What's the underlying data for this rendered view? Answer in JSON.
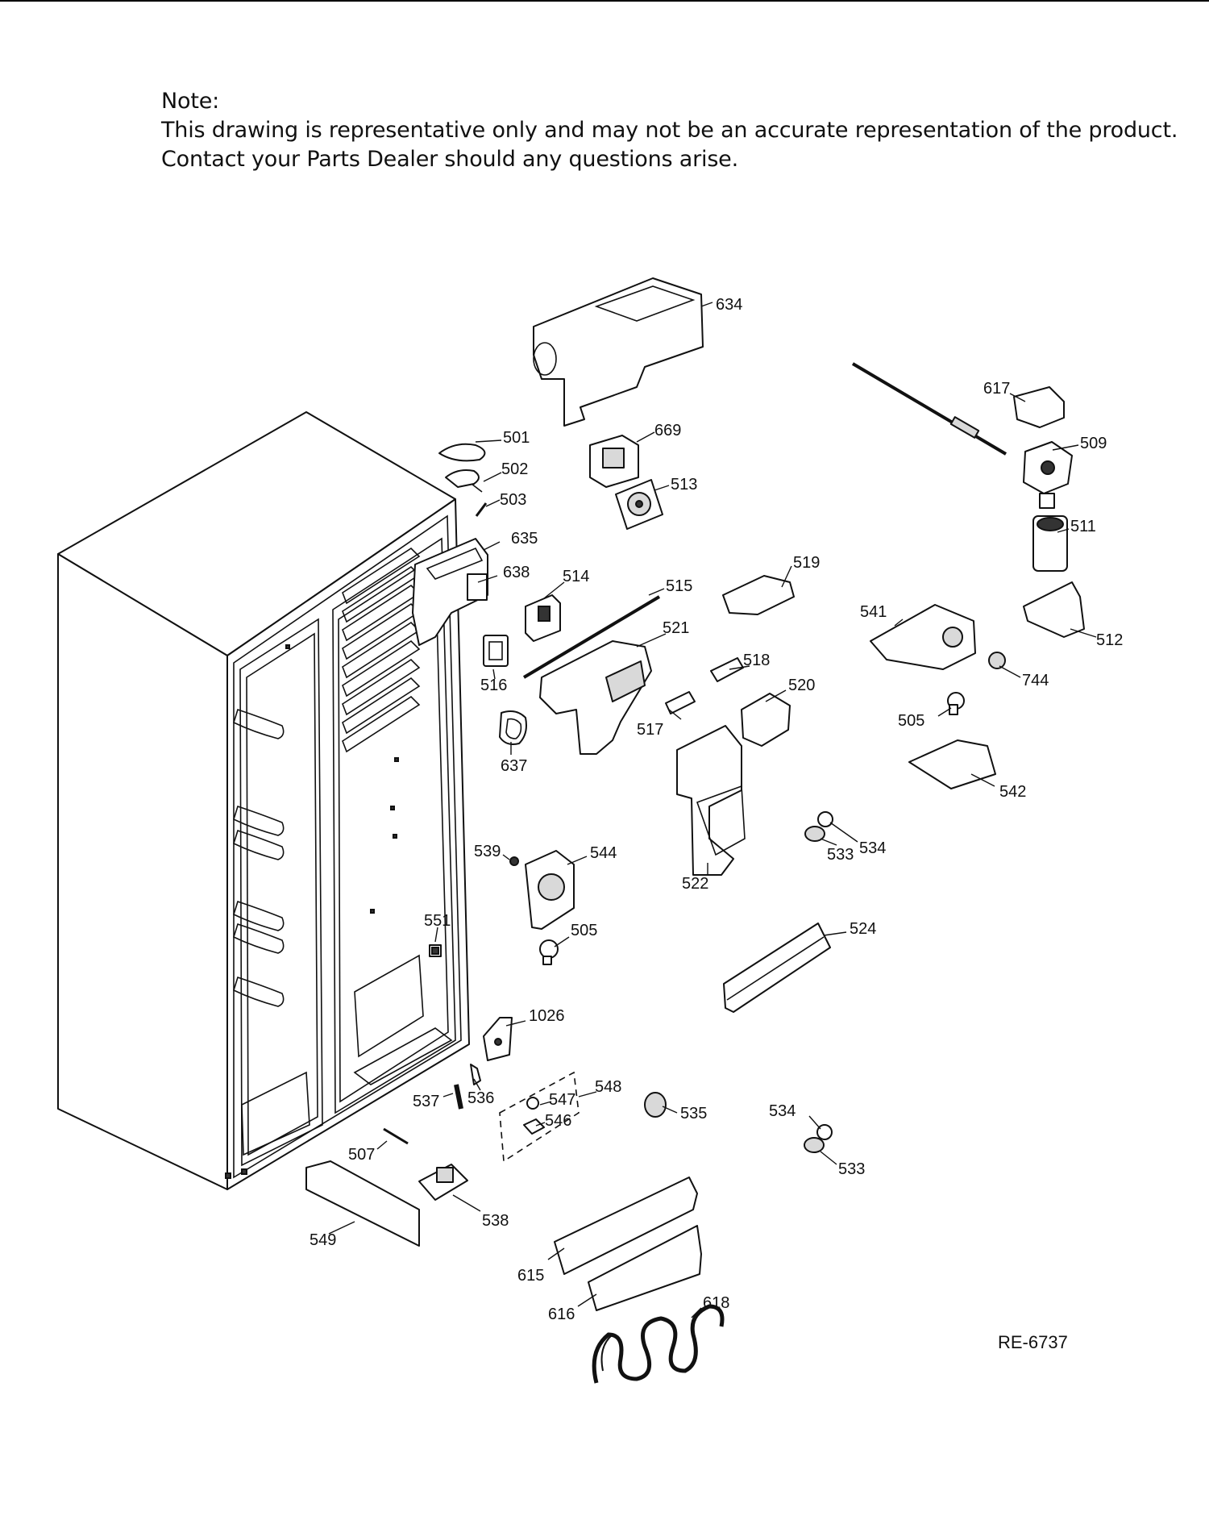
{
  "note": {
    "heading": "Note:",
    "line1": "This drawing is representative only and may not be an accurate representation of the product.",
    "line2": "Contact your Parts Dealer should any questions arise."
  },
  "diagram_code": "RE-6737",
  "callouts": {
    "c634": "634",
    "c617": "617",
    "c669": "669",
    "c501": "501",
    "c509": "509",
    "c502": "502",
    "c513": "513",
    "c503": "503",
    "c511": "511",
    "c635": "635",
    "c519": "519",
    "c638": "638",
    "c514": "514",
    "c515": "515",
    "c541": "541",
    "c512": "512",
    "c521": "521",
    "c518": "518",
    "c744": "744",
    "c516": "516",
    "c520": "520",
    "c517": "517",
    "c505a": "505",
    "c637": "637",
    "c542": "542",
    "c539": "539",
    "c544": "544",
    "c534a": "534",
    "c533a": "533",
    "c522": "522",
    "c551": "551",
    "c505b": "505",
    "c524": "524",
    "c1026": "1026",
    "c548": "548",
    "c547": "547",
    "c537": "537",
    "c536": "536",
    "c546": "546",
    "c535": "535",
    "c534b": "534",
    "c507": "507",
    "c533b": "533",
    "c538": "538",
    "c549": "549",
    "c615": "615",
    "c618": "618",
    "c616": "616"
  }
}
